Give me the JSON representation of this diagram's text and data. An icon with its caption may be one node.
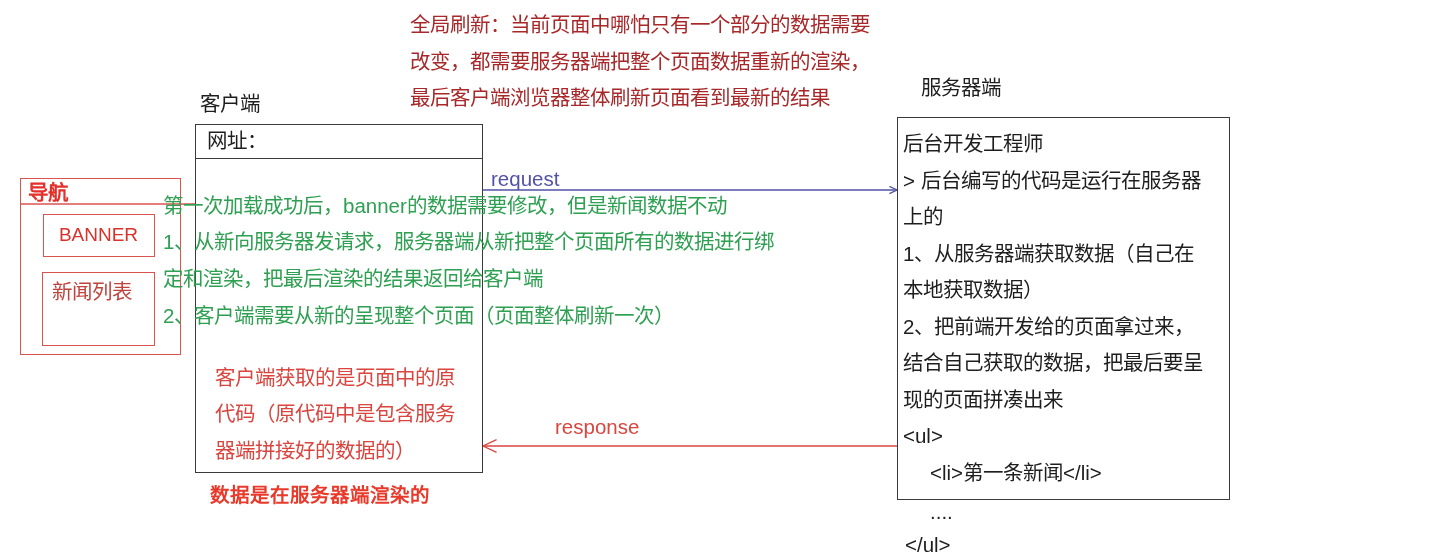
{
  "diagram": {
    "nodes": [
      {
        "text": [
          "导航"
        ]
      },
      {
        "text": [
          "BANNER"
        ],
        "in": 0
      },
      {
        "text": [
          "新闻列表"
        ],
        "in": 0
      },
      {
        "text": [
          "客户端",
          "网址：",
          "客户端获取的是页面中的原代码（原代码中是包含服务器端拼接好的数据的）"
        ],
        "beside": [
          "数据是在服务器端渲染的"
        ]
      },
      {
        "text": [
          "服务器端",
          "后台开发工程师",
          "> 后台编写的代码是运行在服务器上的",
          "1、从服务器端获取数据（自己在本地获取数据）",
          "2、把前端开发给的页面拿过来，结合自己获取的数据，把最后要呈现的页面拼凑出来",
          "<ul>",
          "<li>第一条新闻</li>"
        ],
        "beside": [
          "....",
          "</ul>"
        ]
      }
    ],
    "edges": [
      {
        "from": 3,
        "to": 4,
        "arrow": "to",
        "label": "request",
        "color": "#5252a8"
      },
      {
        "from": 4,
        "to": 3,
        "arrow": "to",
        "label": "response",
        "color": "#d9453f"
      }
    ],
    "labels": [
      "全局刷新：当前页面中哪怕只有一个部分的数据需要改变，都需要服务器端把整个页面数据重新的渲染，最后客户端浏览器整体刷新页面看到最新的结果",
      "第一次加载成功后，banner的数据需要修改，但是新闻数据不动",
      "1、从新向服务器发请求，服务器端从新把整个页面所有的数据进行绑定和渲染，把最后渲染的结果返回给客户端",
      "2、客户端需要从新的呈现整个页面（页面整体刷新一次）"
    ]
  }
}
